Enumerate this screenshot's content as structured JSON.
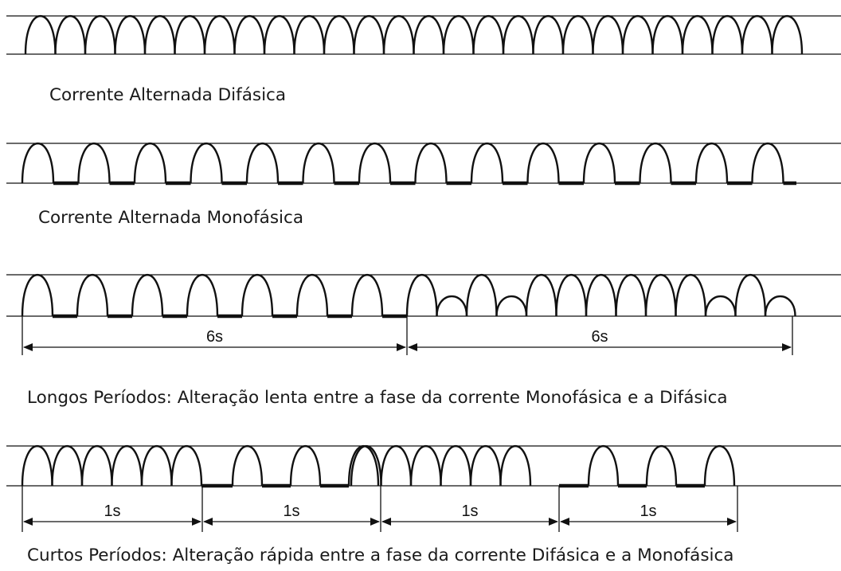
{
  "captions": {
    "difasica": "Corrente Alternada Difásica",
    "monofasica": "Corrente Alternada Monofásica",
    "longos": "Longos Períodos: Alteração lenta entre a fase da corrente Monofásica e a Difásica",
    "curtos": "Curtos Períodos: Alteração rápida entre a fase da corrente Difásica e a Monofásica"
  },
  "intervals": {
    "longos": [
      "6s",
      "6s"
    ],
    "curtos": [
      "1s",
      "1s",
      "1s",
      "1s"
    ]
  },
  "colors": {
    "line": "#111111",
    "text": "#1a1a1a"
  }
}
